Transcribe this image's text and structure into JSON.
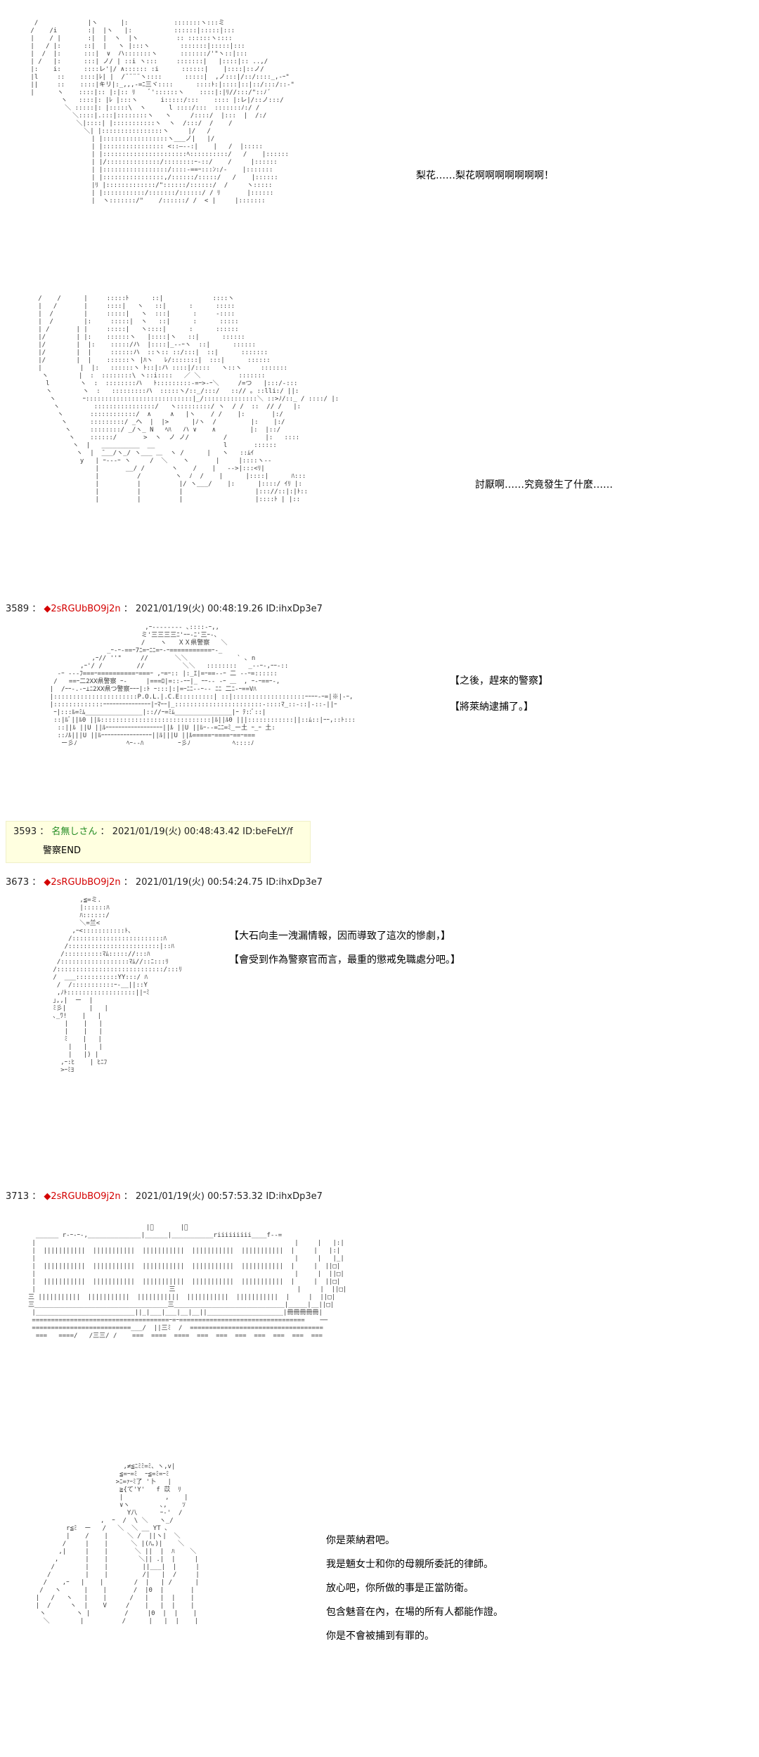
{
  "panel1": {
    "dialog": "梨花……梨花啊啊啊啊啊啊啊！"
  },
  "panel2": {
    "dialog": "討厭啊……究竟發生了什麼……"
  },
  "post3589": {
    "number": "3589",
    "trip": "◆2sRGUbBO9j2n",
    "datetime": "2021/01/19(火) 00:48:19.26",
    "id": "ID:ihxDp3e7",
    "line1": "【之後，趕來的警察】",
    "line2": "【將萊納逮捕了。】",
    "car_label": "ＸＸ県警察"
  },
  "post3593": {
    "number": "3593",
    "name": "名無しさん",
    "datetime": "2021/01/19(火) 00:48:43.42",
    "id": "ID:beFeLY/f",
    "body": "警察END"
  },
  "post3673": {
    "number": "3673",
    "trip": "◆2sRGUbBO9j2n",
    "datetime": "2021/01/19(火) 00:54:24.75",
    "id": "ID:ihxDp3e7",
    "line1": "【大石向圭一洩漏情報，因而導致了這次的慘劇，】",
    "line2": "【會受到作為警察官而言，最重的懲戒免職處分吧。】"
  },
  "post3713": {
    "number": "3713",
    "trip": "◆2sRGUbBO9j2n",
    "datetime": "2021/01/19(火) 00:57:53.32",
    "id": "ID:ihxDp3e7",
    "lines": [
      "你是萊納君吧。",
      "我是魎女士和你的母親所委託的律師。",
      " 放心吧，你所做的事是正當防衛。",
      "包含魅音在內，在場的所有人都能作證。",
      "你是不會被捕到有罪的。"
    ]
  }
}
